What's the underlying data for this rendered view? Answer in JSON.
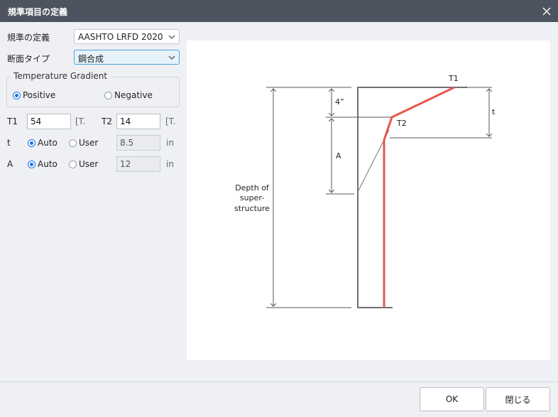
{
  "window": {
    "title": "規準項目の定義"
  },
  "form": {
    "standard_label": "規準の定義",
    "standard_value": "AASHTO LRFD 2020",
    "section_label": "断面タイプ",
    "section_value": "鋼合成",
    "temp_group": {
      "legend": "Temperature Gradient",
      "positive": "Positive",
      "negative": "Negative",
      "selected": "Positive"
    },
    "t1_label": "T1",
    "t1_value": "54",
    "t1_unit": "[T.",
    "t2_label": "T2",
    "t2_value": "14",
    "t2_unit": "[T.",
    "t_label": "t",
    "t_auto": "Auto",
    "t_user": "User",
    "t_value": "8.5",
    "t_unit": "in",
    "t_selected": "Auto",
    "a_label": "A",
    "a_auto": "Auto",
    "a_user": "User",
    "a_value": "12",
    "a_unit": "in",
    "a_selected": "Auto"
  },
  "diagram": {
    "t1": "T1",
    "t2": "T2",
    "four_in": "4”",
    "t": "t",
    "a": "A",
    "depth_lines": [
      "Depth of",
      "super-",
      "structure"
    ],
    "gradient_color": "#e8574a"
  },
  "buttons": {
    "ok": "OK",
    "close": "閉じる"
  }
}
